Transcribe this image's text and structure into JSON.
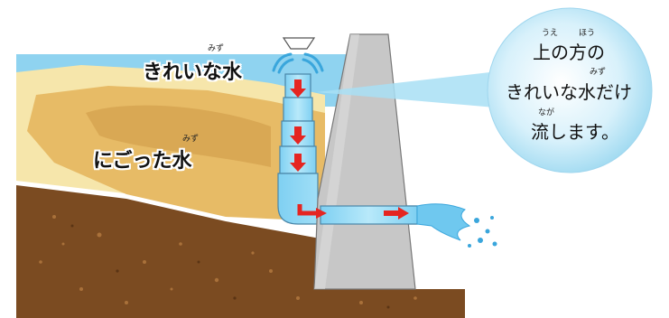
{
  "labels": {
    "clean_water": "きれいな水",
    "clean_water_ruby": "みず",
    "muddy_water": "にごった水",
    "muddy_water_ruby": "みず"
  },
  "bubble": {
    "line1": "上の方の",
    "line1_ruby_a": "うえ",
    "line1_ruby_b": "ほう",
    "line2": "きれいな水だけ",
    "line2_ruby": "みず",
    "line3": "流します。",
    "line3_ruby": "なが"
  },
  "colors": {
    "sky_water": "#8fd3f0",
    "sand": "#f3df9f",
    "mud": "#e3b45e",
    "soil": "#7a4a1f",
    "dam": "#c8c8c8",
    "pipe": "#8fd8f5",
    "arrow": "#e52521",
    "bubble": "#b9e6f7"
  }
}
